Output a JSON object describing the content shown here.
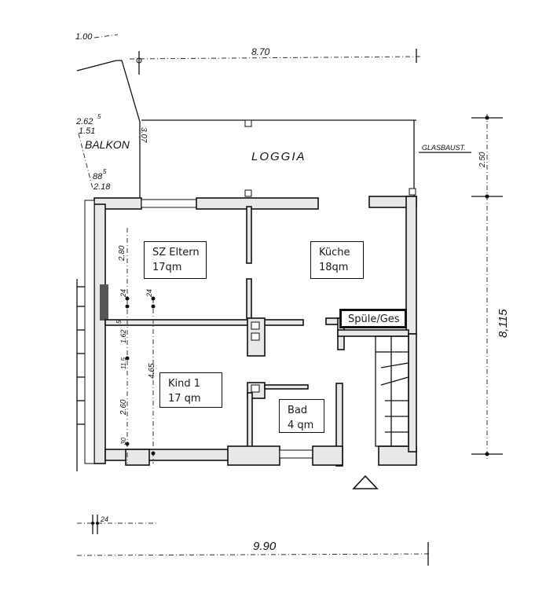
{
  "plan": {
    "dimensions": {
      "top_partial": "1.00",
      "top_width": "8.70",
      "balkon_top": "2.62",
      "balkon_top_sup": "5",
      "balkon_1": "1.51",
      "balkon_2_base": "88",
      "balkon_2_sup": "5",
      "balkon_3": "2.18",
      "balkon_side": "3.07",
      "loggia_depth": "2.50",
      "total_height": "8,115",
      "room_top_height": "2.80",
      "pier_1": "24",
      "pier_2": "24",
      "wall_mid": "1.62",
      "wall_mid_sup": "5",
      "small": "11.5",
      "mid_height": "4.65",
      "room_bottom_height": "2.60",
      "bottom_small": "30",
      "bottom_left": "24",
      "bottom_width": "9.90"
    },
    "areas": {
      "balkon": "BALKON",
      "loggia": "LOGGIA",
      "glasbaust": "GLASBAUST."
    },
    "rooms": [
      {
        "name": "SZ Eltern",
        "area": "17qm"
      },
      {
        "name": "Küche",
        "area": "18qm"
      },
      {
        "name": "Spüle/Ges",
        "area": ""
      },
      {
        "name": "Kind 1",
        "area": "17 qm"
      },
      {
        "name": "Bad",
        "area": "4 qm"
      }
    ]
  }
}
